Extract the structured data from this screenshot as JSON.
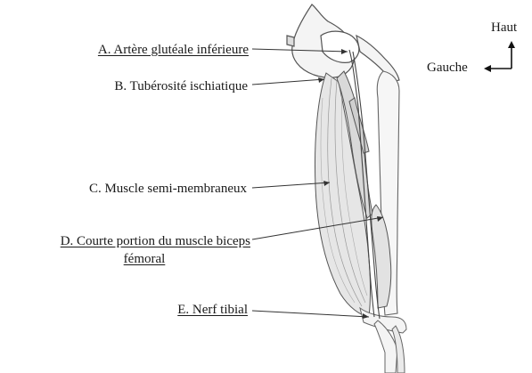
{
  "labels": {
    "a": "A. Artère glutéale inférieure",
    "b": "B. Tubérosité ischiatique",
    "c": "C. Muscle semi-membraneux",
    "d_line1": "D. Courte portion du muscle biceps",
    "d_line2": "fémoral",
    "e": "E. Nerf tibial"
  },
  "compass": {
    "up": "Haut",
    "left": "Gauche"
  },
  "colors": {
    "ink": "#1a1a1a",
    "muscle_fill": "#e6e6e6",
    "muscle_shade": "#cfcfcf",
    "bone_fill": "#f4f4f4"
  }
}
